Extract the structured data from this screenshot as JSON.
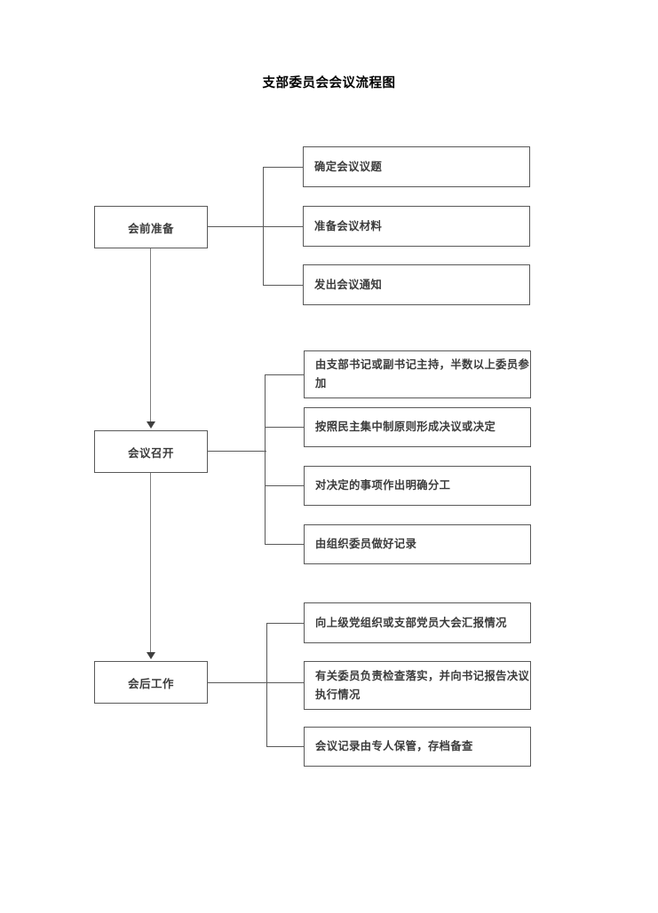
{
  "page": {
    "title": "支部委员会会议流程图",
    "background_color": "#ffffff",
    "border_color": "#595959",
    "text_color": "#3b3b3b",
    "flow_line_color": "#7f7f7f"
  },
  "flow": {
    "stages": [
      {
        "id": "pre-meeting",
        "label": "会前准备",
        "tasks": [
          {
            "id": "task-1-1",
            "label": "确定会议议题"
          },
          {
            "id": "task-1-2",
            "label": "准备会议材料"
          },
          {
            "id": "task-1-3",
            "label": "发出会议通知"
          }
        ]
      },
      {
        "id": "meeting",
        "label": "会议召开",
        "tasks": [
          {
            "id": "task-2-1",
            "label": "由支部书记或副书记主持，半数以上委员参加"
          },
          {
            "id": "task-2-2",
            "label": "按照民主集中制原则形成决议或决定"
          },
          {
            "id": "task-2-3",
            "label": "对决定的事项作出明确分工"
          },
          {
            "id": "task-2-4",
            "label": "由组织委员做好记录"
          }
        ]
      },
      {
        "id": "post-meeting",
        "label": "会后工作",
        "tasks": [
          {
            "id": "task-3-1",
            "label": "向上级党组织或支部党员大会汇报情况"
          },
          {
            "id": "task-3-2",
            "label": "有关委员负责检查落实，并向书记报告决议执行情况"
          },
          {
            "id": "task-3-3",
            "label": "会议记录由专人保管，存档备查"
          }
        ]
      }
    ]
  }
}
